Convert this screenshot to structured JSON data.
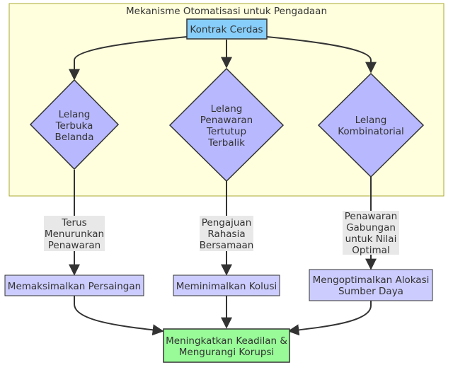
{
  "cluster": {
    "title": "Mekanisme Otomatisasi untuk Pengadaan"
  },
  "nodes": {
    "smart_contract": [
      "Kontrak Cerdas"
    ],
    "dutch_auction": [
      "Lelang",
      "Terbuka",
      "Belanda"
    ],
    "sealed_reverse": [
      "Lelang",
      "Penawaran",
      "Tertutup",
      "Terbalik"
    ],
    "combinatorial": [
      "Lelang",
      "Kombinatorial"
    ],
    "maximize_competition": [
      "Memaksimalkan Persaingan"
    ],
    "minimize_collusion": [
      "Meminimalkan Kolusi"
    ],
    "optimize_allocation": [
      "Mengoptimalkan Alokasi",
      "Sumber Daya"
    ],
    "fairness": [
      "Meningkatkan Keadilan &",
      "Mengurangi Korupsi"
    ]
  },
  "edge_labels": {
    "dutch_to_competition": [
      "Terus",
      "Menurunkan",
      "Penawaran"
    ],
    "sealed_to_collusion": [
      "Pengajuan",
      "Rahasia",
      "Bersamaan"
    ],
    "combinatorial_to_allocation": [
      "Penawaran",
      "Gabungan",
      "untuk Nilai",
      "Optimal"
    ]
  },
  "colors": {
    "cluster_fill": "#ffffde",
    "cluster_stroke": "#aaaa33",
    "smart_contract_fill": "#87cefa",
    "diamond_fill": "#b8b8ff",
    "goal_fill": "#ccccff",
    "fairness_fill": "#98fb98",
    "edge_label_bg": "#e8e8e8",
    "stroke": "#333333"
  }
}
